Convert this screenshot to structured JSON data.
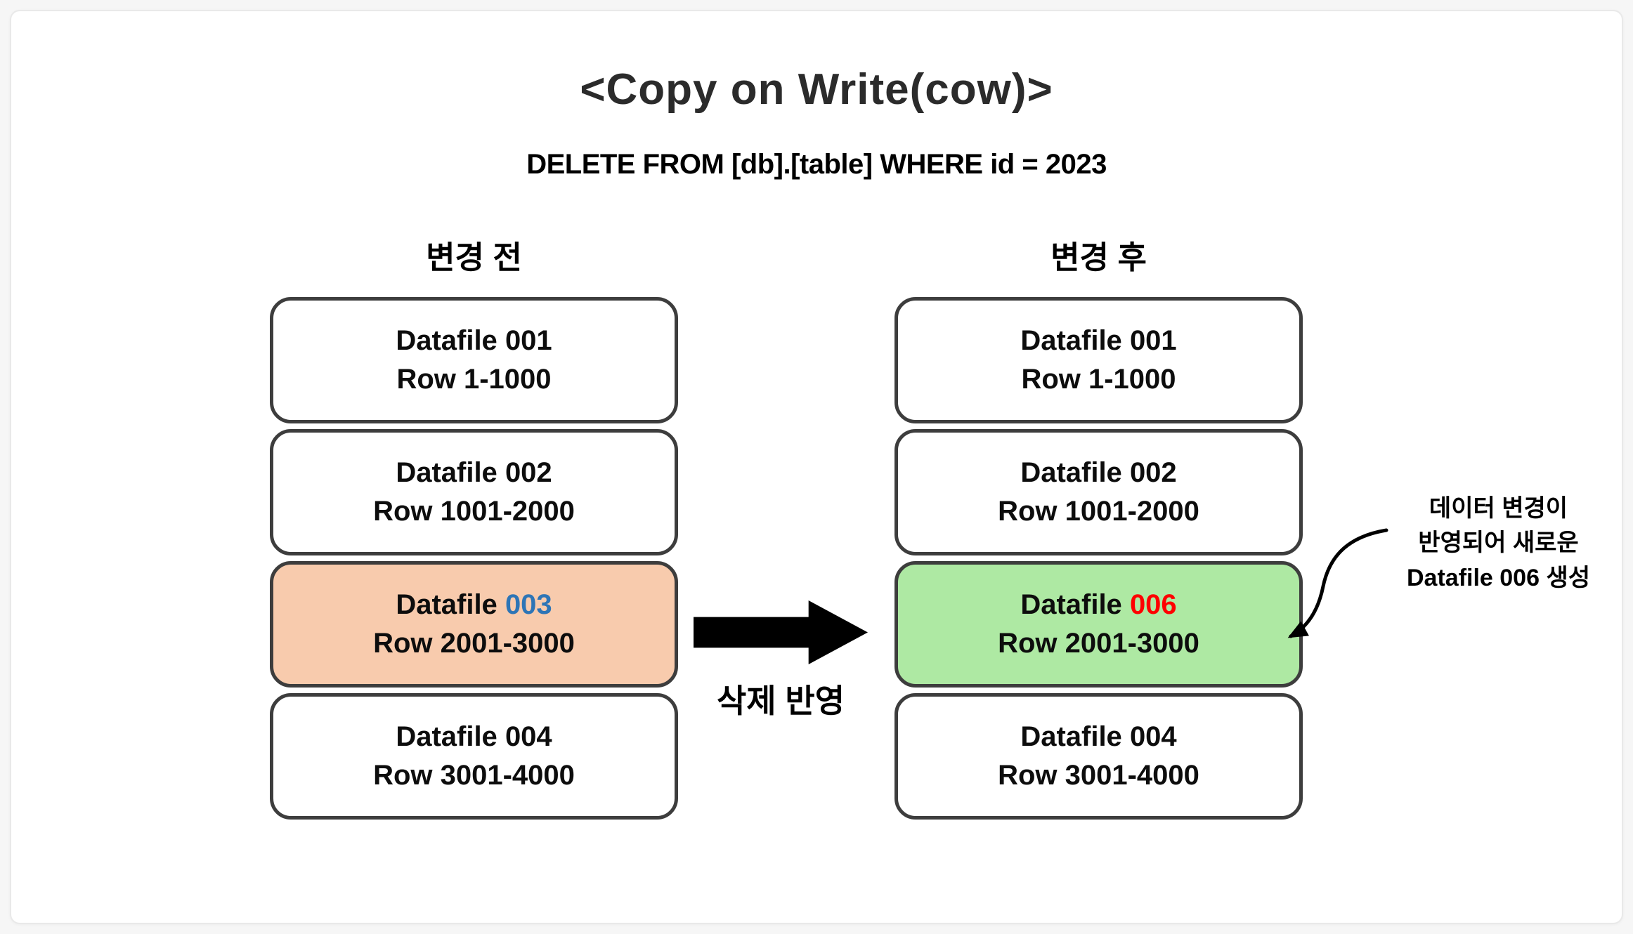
{
  "title": "<Copy on Write(cow)>",
  "query": "DELETE FROM [db].[table] WHERE id = 2023",
  "before": {
    "header": "변경 전",
    "files": [
      {
        "prefix": "Datafile",
        "number": "001",
        "rows": "Row 1-1000"
      },
      {
        "prefix": "Datafile",
        "number": "002",
        "rows": "Row 1001-2000"
      },
      {
        "prefix": "Datafile",
        "number": "003",
        "rows": "Row 2001-3000"
      },
      {
        "prefix": "Datafile",
        "number": "004",
        "rows": "Row 3001-4000"
      }
    ]
  },
  "after": {
    "header": "변경 후",
    "files": [
      {
        "prefix": "Datafile",
        "number": "001",
        "rows": "Row 1-1000"
      },
      {
        "prefix": "Datafile",
        "number": "002",
        "rows": "Row 1001-2000"
      },
      {
        "prefix": "Datafile",
        "number": "006",
        "rows": "Row 2001-3000"
      },
      {
        "prefix": "Datafile",
        "number": "004",
        "rows": "Row 3001-4000"
      }
    ]
  },
  "transition": {
    "label": "삭제 반영"
  },
  "annotation": {
    "line1": "데이터 변경이",
    "line2": "반영되어 새로운",
    "line3": "Datafile 006 생성"
  },
  "colors": {
    "accent_blue": "#2E75B6",
    "accent_red": "#FF0000",
    "highlight_orange": "#F8CBAD",
    "highlight_green": "#AEE9A3",
    "title_outline_blue": "#5B9BD5",
    "box_border": "#3d3d3d"
  }
}
